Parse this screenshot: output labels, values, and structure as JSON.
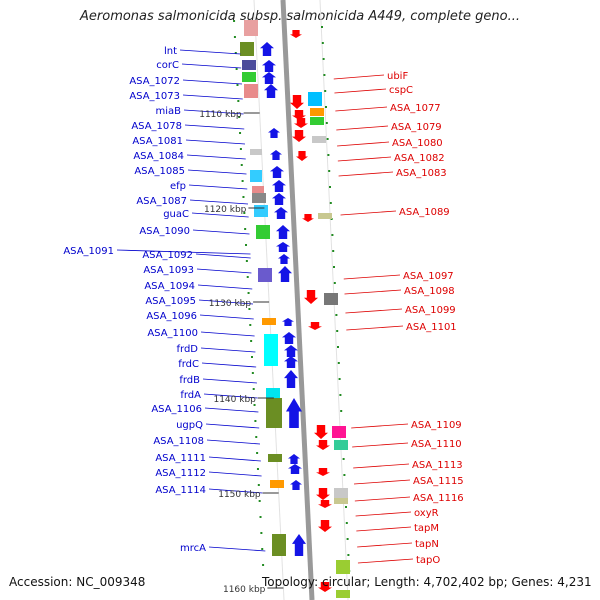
{
  "title": "Aeromonas salmonicida subsp. salmonicida A449, complete geno...",
  "footer": {
    "accession": "Accession: NC_009348",
    "topology": "Topology: circular; Length: 4,702,402 bp; Genes: 4,231"
  },
  "colors": {
    "left_label": "#0000cc",
    "right_label": "#dd0000",
    "backbone": "#999999",
    "kbp_text": "#333333",
    "tick": "#228b22"
  },
  "kbp_marks": [
    "1110 kbp",
    "1120 kbp",
    "1130 kbp",
    "1140 kbp",
    "1150 kbp",
    "1160 kbp"
  ],
  "left_genes": [
    "lnt",
    "corC",
    "ASA_1072",
    "ASA_1073",
    "miaB",
    "ASA_1078",
    "ASA_1081",
    "ASA_1084",
    "ASA_1085",
    "efp",
    "ASA_1087",
    "guaC",
    "ASA_1090",
    "ASA_1091",
    "ASA_1092",
    "ASA_1093",
    "ASA_1094",
    "ASA_1095",
    "ASA_1096",
    "ASA_1100",
    "frdD",
    "frdC",
    "frdB",
    "frdA",
    "ASA_1106",
    "ugpQ",
    "ASA_1108",
    "ASA_1111",
    "ASA_1112",
    "ASA_1114",
    "mrcA"
  ],
  "right_genes": [
    "ubiF",
    "cspC",
    "ASA_1077",
    "ASA_1079",
    "ASA_1080",
    "ASA_1082",
    "ASA_1083",
    "ASA_1089",
    "ASA_1097",
    "ASA_1098",
    "ASA_1099",
    "ASA_1101",
    "ASA_1109",
    "ASA_1110",
    "ASA_1113",
    "ASA_1115",
    "ASA_1116",
    "oxyR",
    "tapM",
    "tapN",
    "tapO"
  ]
}
